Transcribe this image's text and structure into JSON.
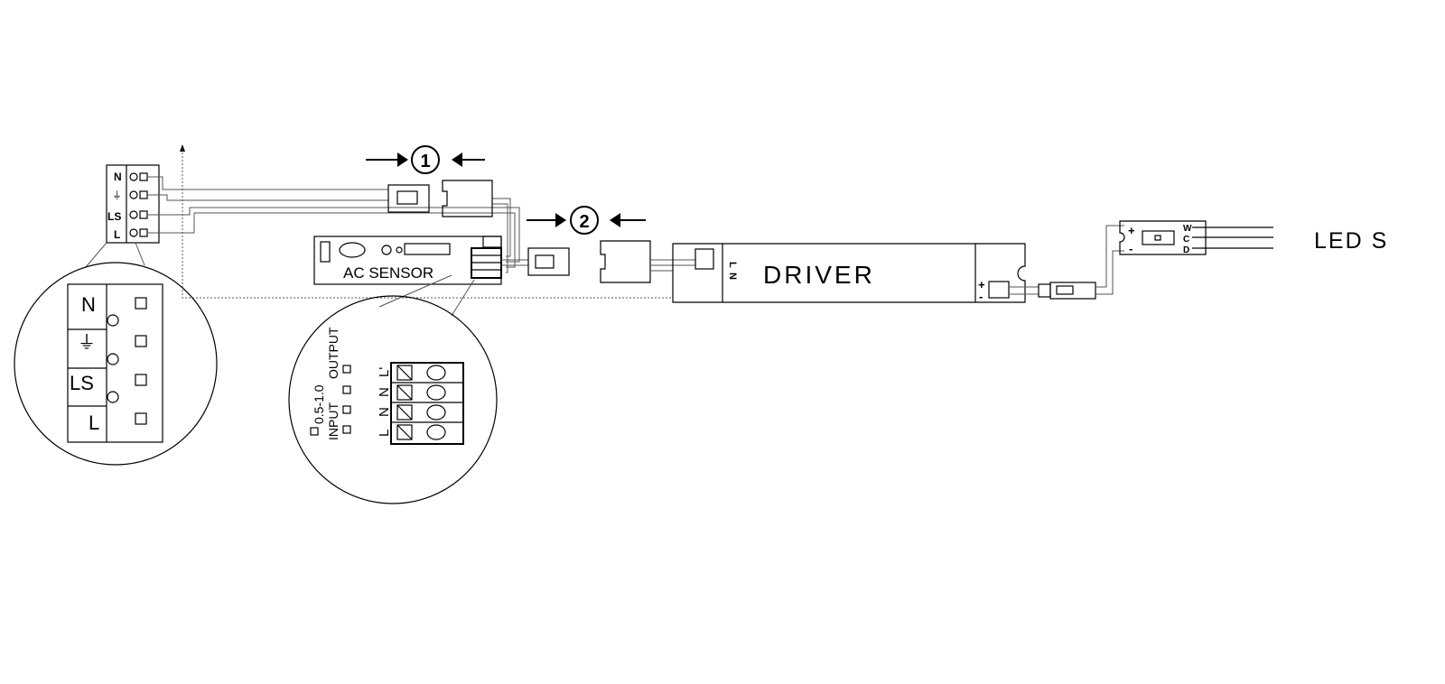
{
  "connector_steps": {
    "step1": "1",
    "step2": "2"
  },
  "mains_terminal": {
    "labels": [
      "N",
      "⏚",
      "LS",
      "L"
    ]
  },
  "sensor": {
    "title": "AC SENSOR",
    "dimming_label": "0.5-1.0",
    "input_label": "INPUT",
    "output_label": "OUTPUT",
    "terminals": [
      "L",
      "N",
      "N",
      "L'"
    ]
  },
  "driver": {
    "title": "DRIVER",
    "input_labels": [
      "L",
      "N"
    ],
    "output_labels": [
      "+",
      "-"
    ]
  },
  "led_board": {
    "labels": [
      "+",
      "-"
    ],
    "pins": [
      "W",
      "C",
      "D"
    ]
  },
  "led_strip_label": "LED S"
}
